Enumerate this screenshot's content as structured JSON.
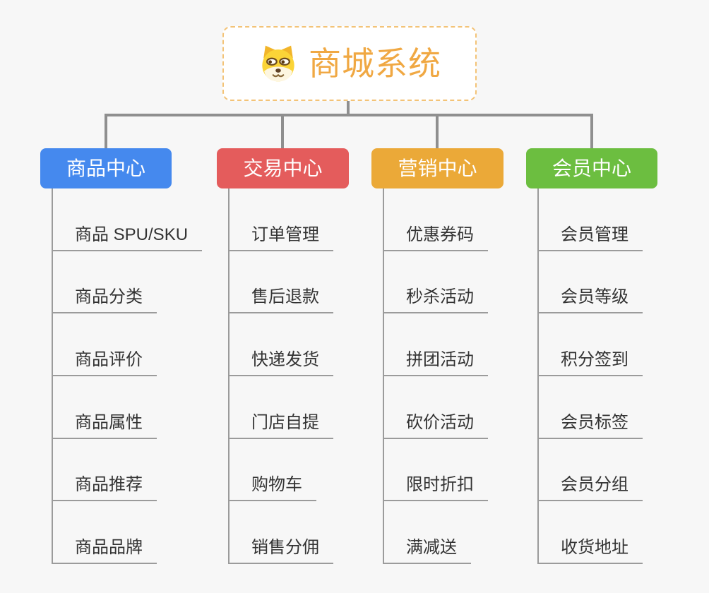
{
  "page": {
    "background_color": "#f7f7f7",
    "connector_color": "#8f8f8f",
    "line_color": "#9b9b9b"
  },
  "root": {
    "title": "商城系统",
    "icon": "shiba-dog-icon",
    "text_color": "#f0a843",
    "border_color": "#f3c377"
  },
  "branches": [
    {
      "label": "商品中心",
      "color": "#4589ee",
      "items": [
        "商品 SPU/SKU",
        "商品分类",
        "商品评价",
        "商品属性",
        "商品推荐",
        "商品品牌"
      ]
    },
    {
      "label": "交易中心",
      "color": "#e45c5c",
      "items": [
        "订单管理",
        "售后退款",
        "快递发货",
        "门店自提",
        "购物车",
        "销售分佣"
      ]
    },
    {
      "label": "营销中心",
      "color": "#eba938",
      "items": [
        "优惠券码",
        "秒杀活动",
        "拼团活动",
        "砍价活动",
        "限时折扣",
        "满减送"
      ]
    },
    {
      "label": "会员中心",
      "color": "#6cbe40",
      "items": [
        "会员管理",
        "会员等级",
        "积分签到",
        "会员标签",
        "会员分组",
        "收货地址"
      ]
    }
  ]
}
